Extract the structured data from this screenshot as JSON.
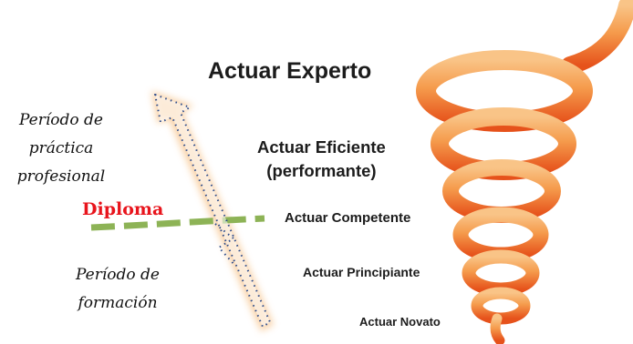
{
  "levels": {
    "experto": "Actuar Experto",
    "eficiente_line1": "Actuar Eficiente",
    "eficiente_line2": "(performante)",
    "competente": "Actuar Competente",
    "principiante": "Actuar Principiante",
    "novato": "Actuar Novato"
  },
  "periods": {
    "practica_line1": "Período de",
    "practica_line2": "práctica",
    "practica_line3": "profesional",
    "formacion_line1": "Período de",
    "formacion_line2": "formación"
  },
  "milestone": {
    "label": "Diploma"
  },
  "colors": {
    "spiral_top": "#f7b36b",
    "spiral_bottom": "#e8521a",
    "diploma_text": "#e8141c",
    "dashed_line": "#8db356",
    "arrow_outline": "#2b4a8a",
    "arrow_glow": "#f7c48c"
  }
}
